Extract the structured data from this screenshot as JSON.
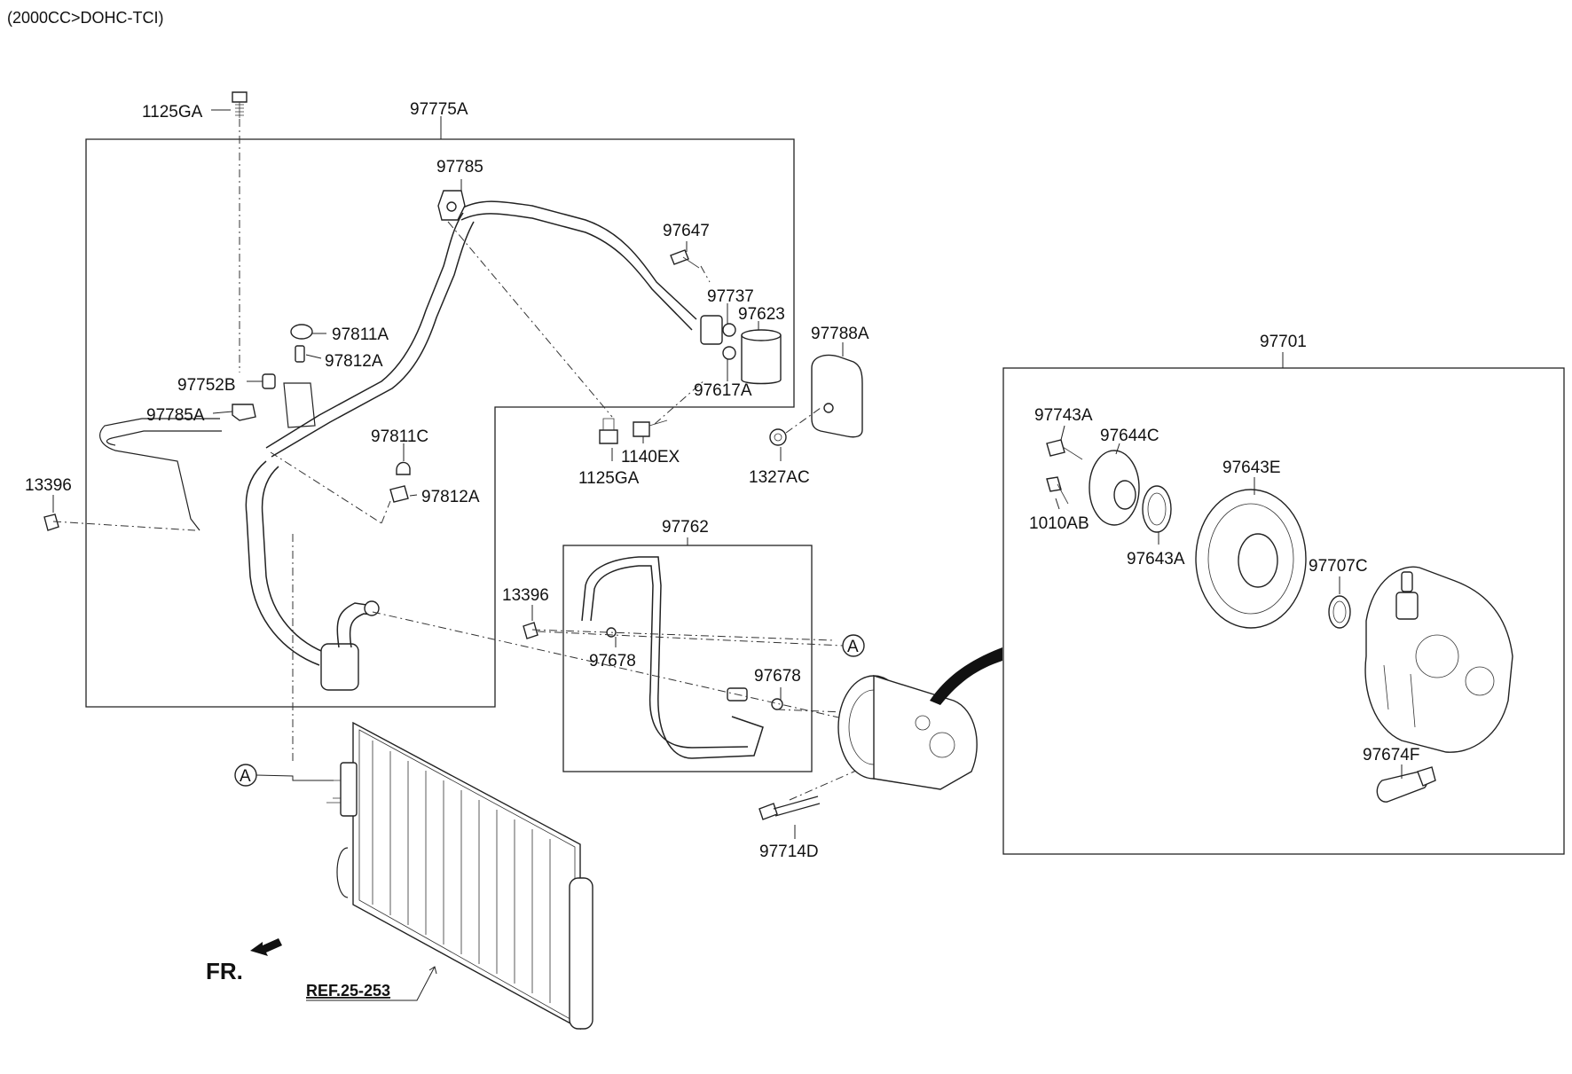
{
  "header": {
    "engine_spec": "(2000CC>DOHC-TCI)"
  },
  "labels": {
    "p1125GA_top": "1125GA",
    "p97775A": "97775A",
    "p97785": "97785",
    "p97647": "97647",
    "p97737": "97737",
    "p97623": "97623",
    "p97788A": "97788A",
    "p97811A": "97811A",
    "p97812A_1": "97812A",
    "p97752B": "97752B",
    "p97785A": "97785A",
    "p97617A": "97617A",
    "p97811C": "97811C",
    "p97812A_2": "97812A",
    "p13396_1": "13396",
    "p1125GA_mid": "1125GA",
    "p1140EX": "1140EX",
    "p1327AC": "1327AC",
    "p97762": "97762",
    "p13396_2": "13396",
    "p97678_1": "97678",
    "p97678_2": "97678",
    "p97714D": "97714D",
    "p97701": "97701",
    "p97743A": "97743A",
    "p97644C": "97644C",
    "p1010AB": "1010AB",
    "p97643E": "97643E",
    "p97643A": "97643A",
    "p97707C": "97707C",
    "p97674F": "97674F"
  },
  "callouts": {
    "a1": "A",
    "a2": "A"
  },
  "footer": {
    "front_indicator": "FR.",
    "reference": "REF.25-253"
  }
}
